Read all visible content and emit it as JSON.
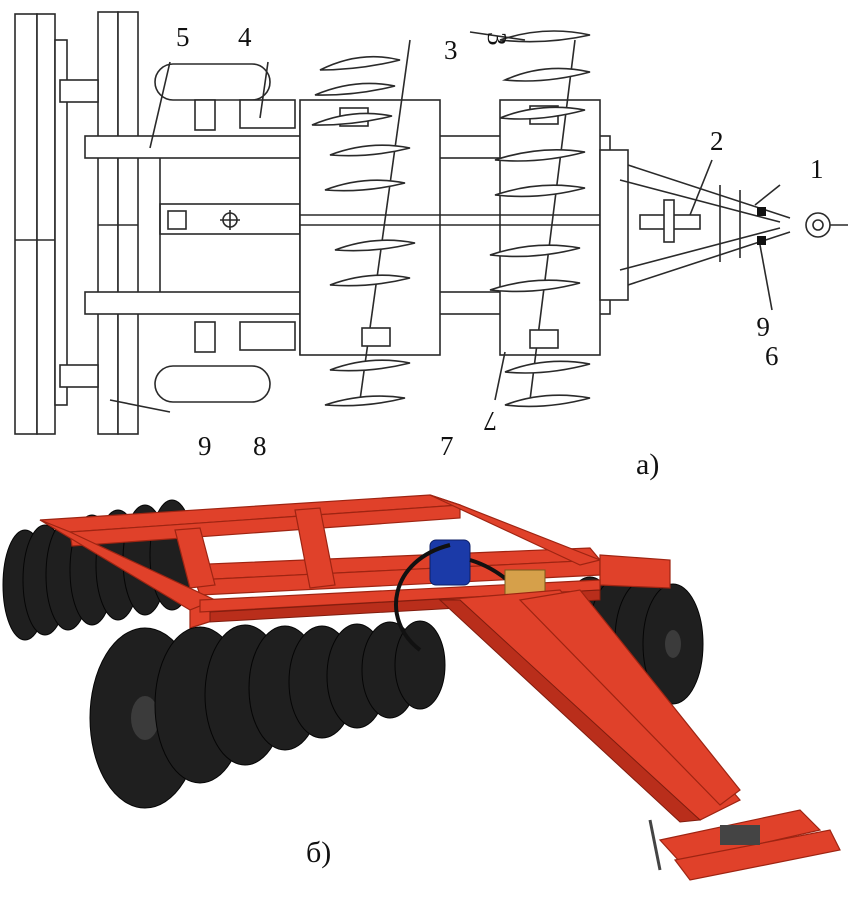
{
  "figure": {
    "panel_a": {
      "label": "а)",
      "callouts": [
        "1",
        "2",
        "3",
        "4",
        "5",
        "6",
        "7",
        "8",
        "9"
      ],
      "rotated_callouts": [
        "3",
        "6",
        "7"
      ]
    },
    "panel_b": {
      "label": "б)"
    },
    "colors": {
      "frame_red": "#e0412a",
      "disc_black": "#1f1f1f",
      "line_gray": "#2a2a2a"
    }
  }
}
